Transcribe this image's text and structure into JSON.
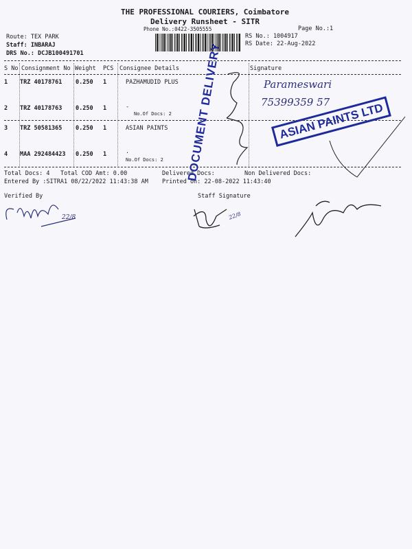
{
  "header": {
    "company": "THE PROFESSIONAL COURIERS, Coimbatore",
    "title": "Delivery Runsheet - SITR",
    "phone": "Phone No.:0422-3505555",
    "page_no": "Page No.:1",
    "route": "Route: TEX PARK",
    "staff": "Staff: INBARAJ",
    "drs_no": "DRS No.: DCJB100491701",
    "rs_no": "RS No.: 1004917",
    "rs_date": "RS Date: 22-Aug-2022"
  },
  "columns": [
    "S No",
    "Consignment No",
    "Weight",
    "PCS",
    "Consignee Details",
    "Signature"
  ],
  "rows": [
    {
      "sno": "1",
      "consignment": "TRZ 40178761",
      "weight": "0.250",
      "pcs": "1",
      "consignee": "PAZHAMUDID PLUS",
      "docs": ""
    },
    {
      "sno": "2",
      "consignment": "TRZ 40178763",
      "weight": "0.250",
      "pcs": "1",
      "consignee": "-",
      "docs": "No.Of Docs: 2"
    },
    {
      "sno": "3",
      "consignment": "TRZ 50581365",
      "weight": "0.250",
      "pcs": "1",
      "consignee": "ASIAN PAINTS",
      "docs": ""
    },
    {
      "sno": "4",
      "consignment": "MAA 292484423",
      "weight": "0.250",
      "pcs": "1",
      "consignee": ".",
      "docs": "No.Of Docs: 2"
    }
  ],
  "footer": {
    "total_docs": "Total Docs:   4",
    "total_cod": "Total COD Amt:    0.00",
    "delivered": "Delivered Docs:",
    "non_delivered": "Non Delivered Docs:",
    "entered_by": "Entered By :SITRA1 08/22/2022 11:43:38 AM",
    "printed_on": "Printed on: 22-08-2022 11:43:40",
    "verified_by": "Verified By",
    "staff_signature": "Staff Signature"
  },
  "handwriting": {
    "receiver_name": "Parameswari",
    "receiver_phone": "75399359 57",
    "verified_date": "22/8",
    "staff_date": "22/8"
  },
  "stamps": {
    "document_delivery": "DOCUMENT DELIVERY",
    "asian_paints": "ASIAN PAINTS LTD"
  }
}
